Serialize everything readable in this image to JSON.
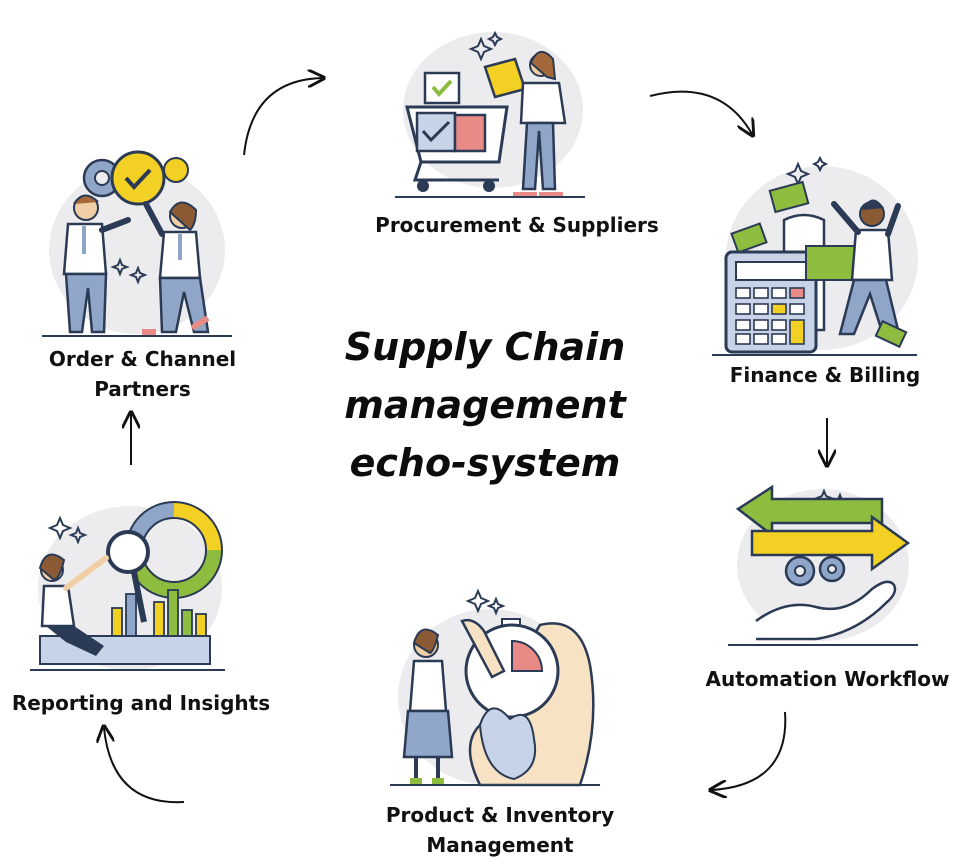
{
  "title_lines": [
    "Supply Chain",
    "management",
    "echo-system"
  ],
  "nodes": {
    "procurement": {
      "label_lines": [
        "Procurement & Suppliers"
      ],
      "icon": "shopping-cart-icon"
    },
    "finance": {
      "label_lines": [
        "Finance & Billing"
      ],
      "icon": "calculator-icon"
    },
    "automation": {
      "label_lines": [
        "Automation Workflow"
      ],
      "icon": "double-arrow-gears-icon"
    },
    "inventory": {
      "label_lines": [
        "Product & Inventory",
        "Management"
      ],
      "icon": "stopwatch-icon"
    },
    "reporting": {
      "label_lines": [
        "Reporting and Insights"
      ],
      "icon": "magnifier-chart-icon"
    },
    "order": {
      "label_lines": [
        "Order & Channel",
        "Partners"
      ],
      "icon": "gears-team-icon"
    }
  },
  "flow": [
    "procurement",
    "finance",
    "automation",
    "inventory",
    "reporting",
    "order",
    "procurement"
  ],
  "colors": {
    "blob": "#ececee",
    "blue": "#8fa6c8",
    "navy": "#2b3a55",
    "yellow": "#f2d024",
    "green": "#8ebc3f",
    "pink": "#e88a86",
    "skin": "#f1cfa6"
  }
}
